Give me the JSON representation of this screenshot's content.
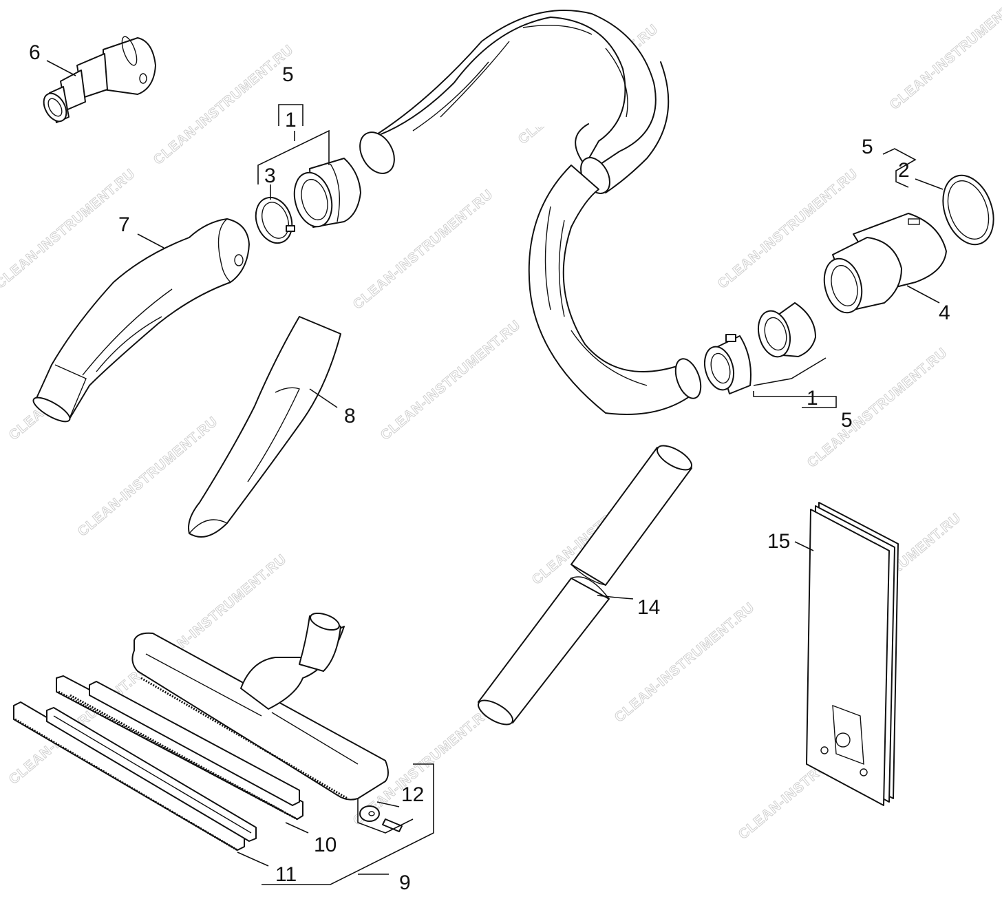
{
  "watermark": "CLEAN-INSTRUMENT.RU",
  "callouts": {
    "c6": "6",
    "c5_top": "5",
    "c1_top": "1",
    "c3": "3",
    "c7": "7",
    "c8": "8",
    "c5_right": "5",
    "c2": "2",
    "c4": "4",
    "c1_bottom": "1",
    "c5_bottom": "5",
    "c15": "15",
    "c14": "14",
    "c12": "12",
    "c10": "10",
    "c11": "11",
    "c9": "9"
  },
  "colors": {
    "line": "#111111",
    "watermark": "#d0d0d0",
    "background": "#ffffff"
  }
}
